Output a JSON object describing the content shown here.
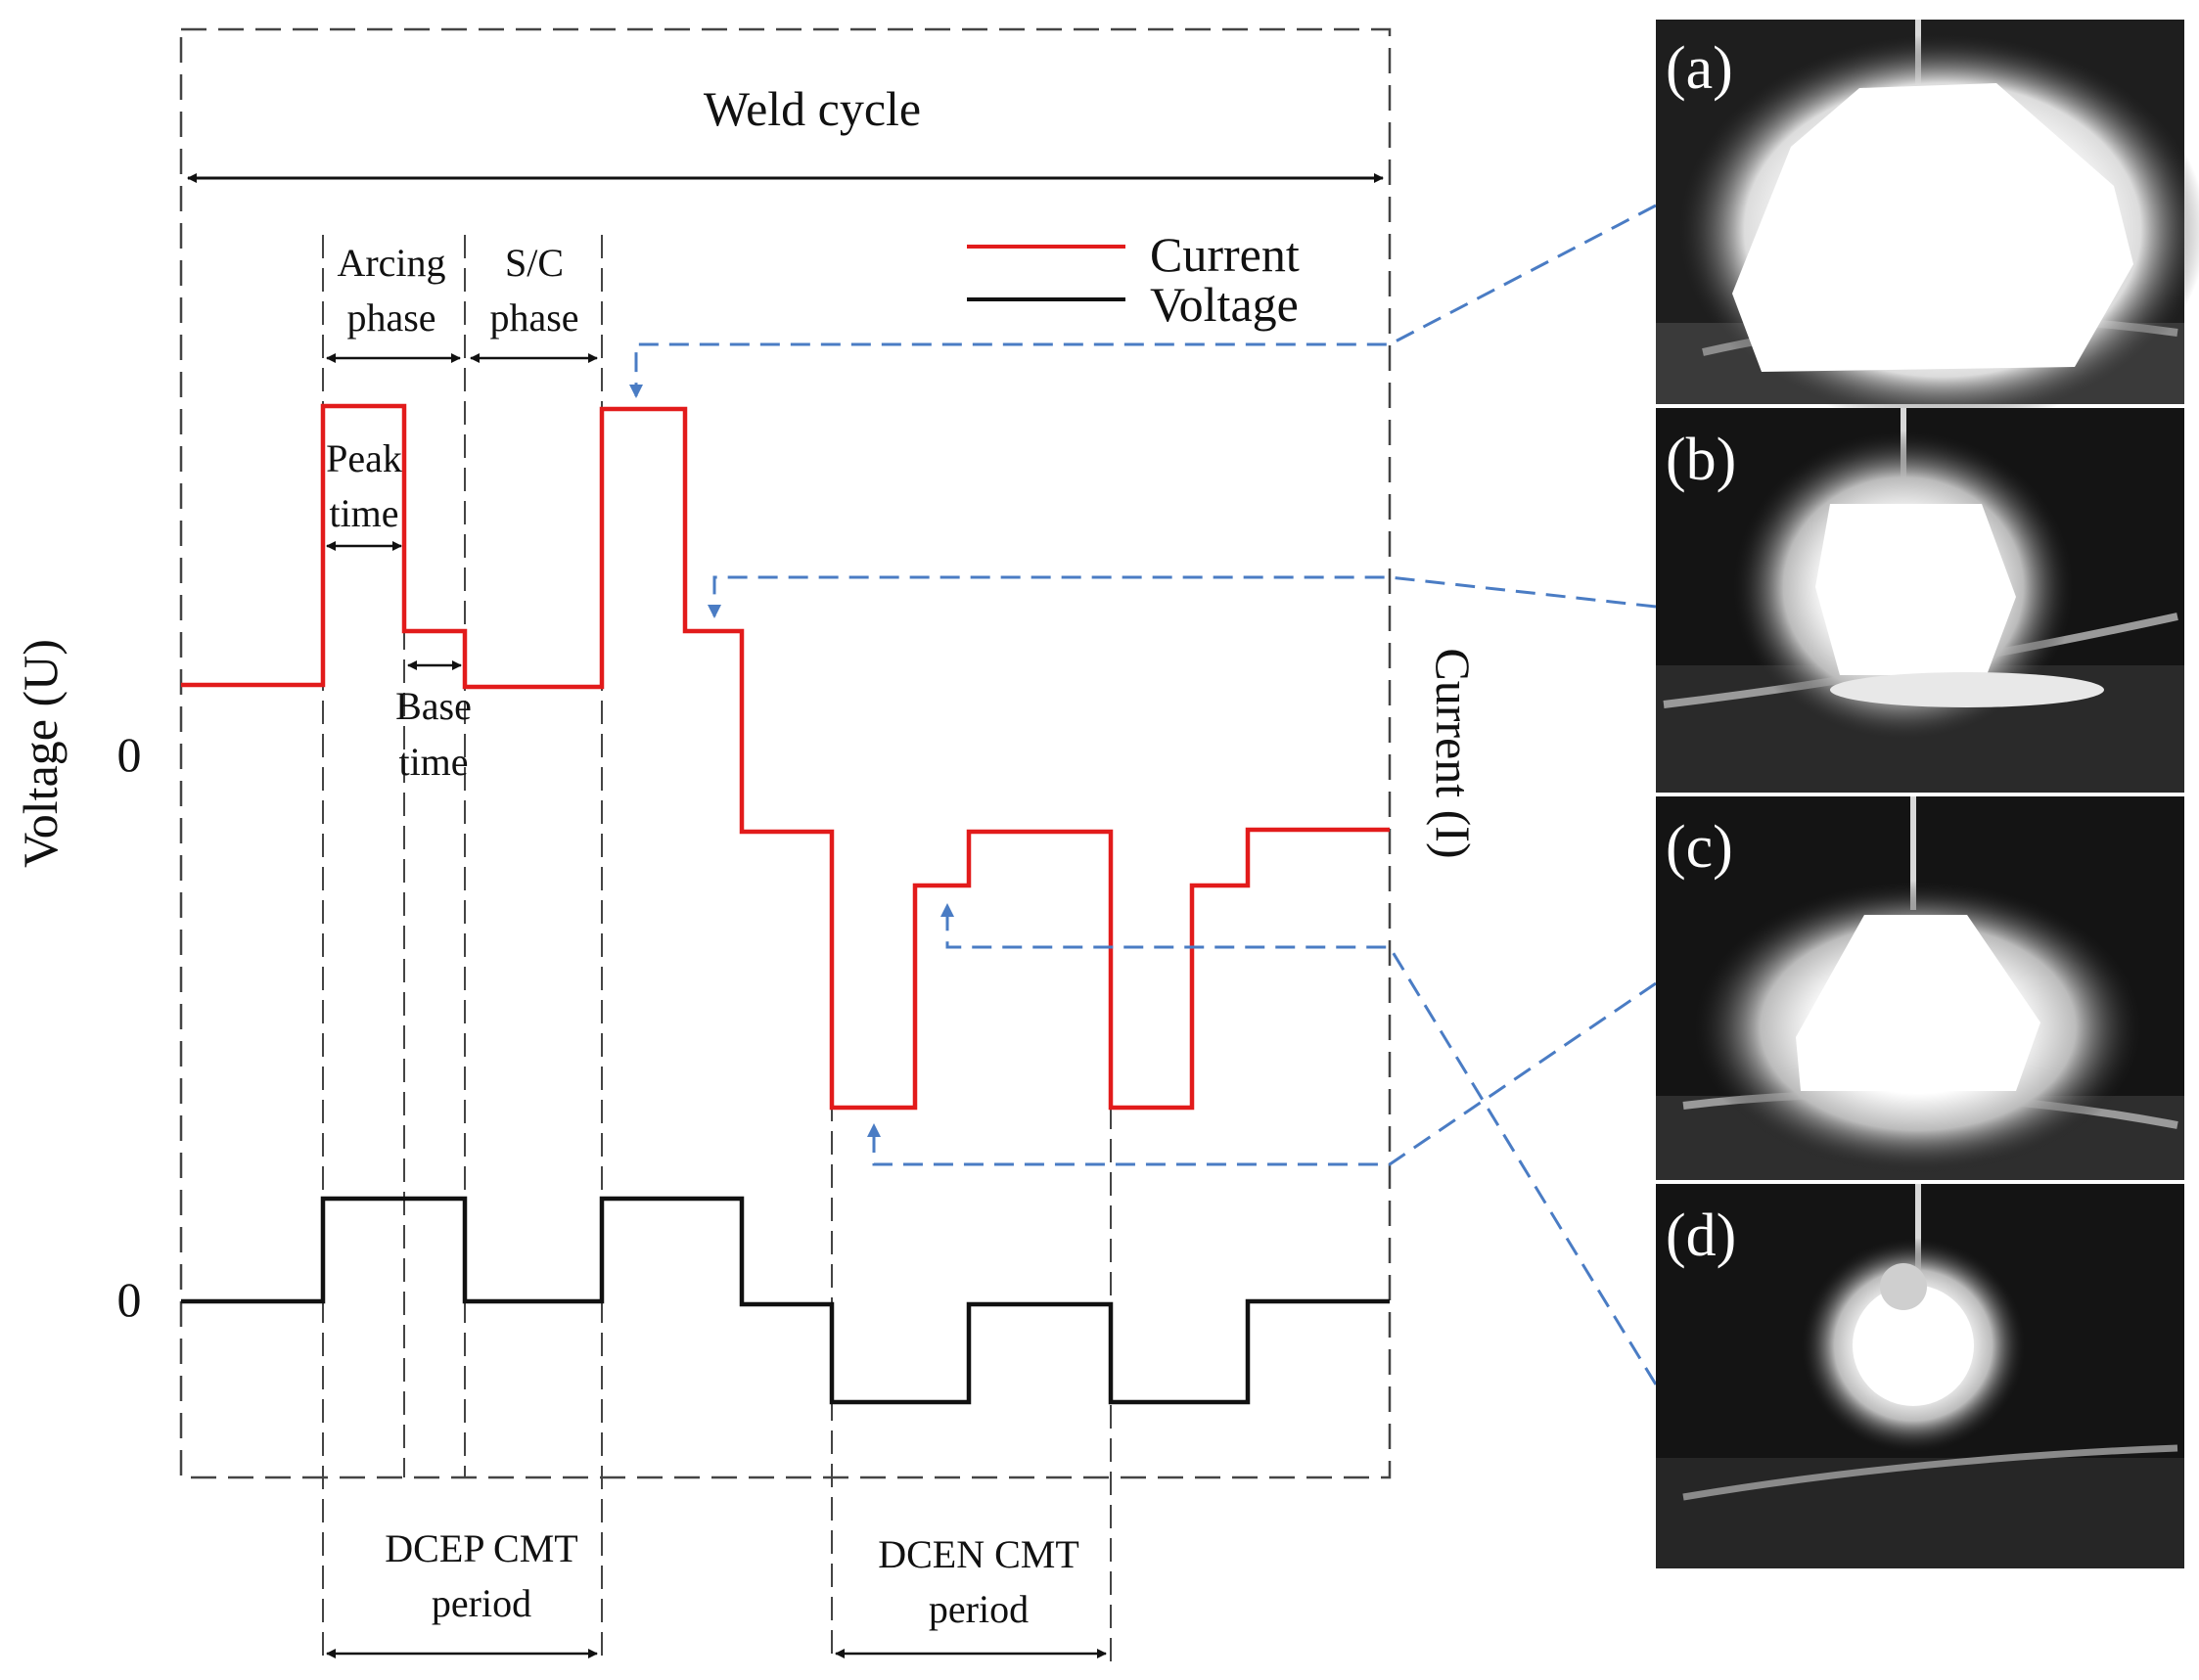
{
  "diagram": {
    "title": "Weld cycle",
    "phase_labels": {
      "arcing_line1": "Arcing",
      "arcing_line2": "phase",
      "sc_line1": "S/C",
      "sc_line2": "phase",
      "peak_line1": "Peak",
      "peak_line2": "time",
      "base_line1": "Base",
      "base_line2": "time"
    },
    "legend": {
      "current": "Current",
      "voltage": "Voltage"
    },
    "axes": {
      "left_label": "Voltage (U)",
      "right_label": "Current (I)",
      "zero_current": "0",
      "zero_voltage": "0"
    },
    "periods": {
      "dcep_line1": "DCEP CMT",
      "dcep_line2": "period",
      "dcen_line1": "DCEN CMT",
      "dcen_line2": "period"
    },
    "panels": [
      "(a)",
      "(b)",
      "(c)",
      "(d)"
    ],
    "colors": {
      "current": "#e21b1b",
      "voltage": "#111111",
      "connector": "#4a7cc4",
      "guides": "#444444"
    }
  }
}
